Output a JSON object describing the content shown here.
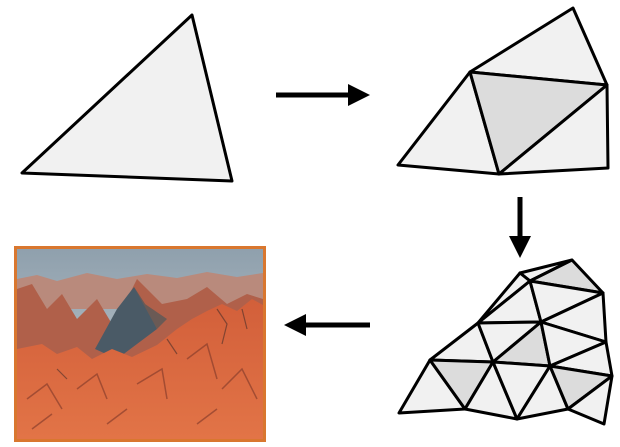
{
  "diagram": {
    "stages": [
      {
        "id": "triangle",
        "subdivision_level": 0,
        "triangle_count": 1
      },
      {
        "id": "four-triangles",
        "subdivision_level": 1,
        "triangle_count": 4
      },
      {
        "id": "mesh",
        "subdivision_level": 2,
        "triangle_count": 16
      }
    ],
    "result": {
      "id": "fractal-terrain-image"
    },
    "arrows": [
      {
        "from": "triangle",
        "to": "four-triangles",
        "direction": "right"
      },
      {
        "from": "four-triangles",
        "to": "mesh",
        "direction": "down"
      },
      {
        "from": "mesh",
        "to": "fractal-terrain-image",
        "direction": "left"
      }
    ]
  },
  "colors": {
    "stroke": "#000000",
    "face_light": "#f1f1f1",
    "face_shaded": "#dcdcdc",
    "frame": "#d9772f",
    "terrain": "#d9653f",
    "terrain_shadow": "#8a4a3a",
    "sky": "#a9b7c2"
  }
}
